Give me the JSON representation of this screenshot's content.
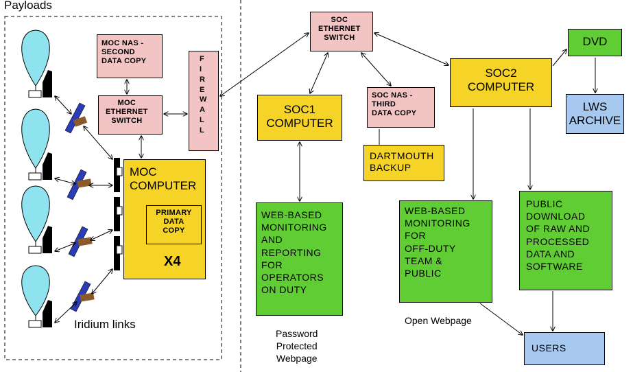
{
  "payloads_label": "Payloads",
  "iridium_label": "Iridium links",
  "moc_nas": "MOC NAS -\nSECOND\nDATA COPY",
  "moc_switch": "MOC\nETHERNET\nSWITCH",
  "firewall": "F\nI\nR\nE\nW\nA\nL\nL",
  "moc_computer": "MOC\nCOMPUTER",
  "primary_copy": "PRIMARY\nDATA\nCOPY",
  "x4": "X4",
  "soc_switch": "SOC\nETHERNET\nSWITCH",
  "soc1": "SOC1\nCOMPUTER",
  "soc_nas": "SOC NAS -\nTHIRD\nDATA COPY",
  "dartmouth": "DARTMOUTH\nBACKUP",
  "soc2": "SOC2\nCOMPUTER",
  "dvd": "DVD",
  "lws": "LWS\nARCHIVE",
  "web_operators": "WEB-BASED\nMONITORING\nAND\nREPORTING\nFOR\nOPERATORS\nON DUTY",
  "web_public": "WEB-BASED\nMONITORING\nFOR\nOFF-DUTY\nTEAM &\nPUBLIC",
  "public_download": "PUBLIC\nDOWNLOAD\nOF RAW AND\nPROCESSED\nDATA AND\nSOFTWARE",
  "users": "USERS",
  "password_label": "Password\nProtected\nWebpage",
  "open_label": "Open Webpage",
  "colors": {
    "pink": "#f2c4c4",
    "yellow": "#f5d327",
    "green": "#5fcd33",
    "blue": "#a7c9ef",
    "balloon": "#8fe3ef",
    "satellite_panel": "#2b3db4"
  }
}
